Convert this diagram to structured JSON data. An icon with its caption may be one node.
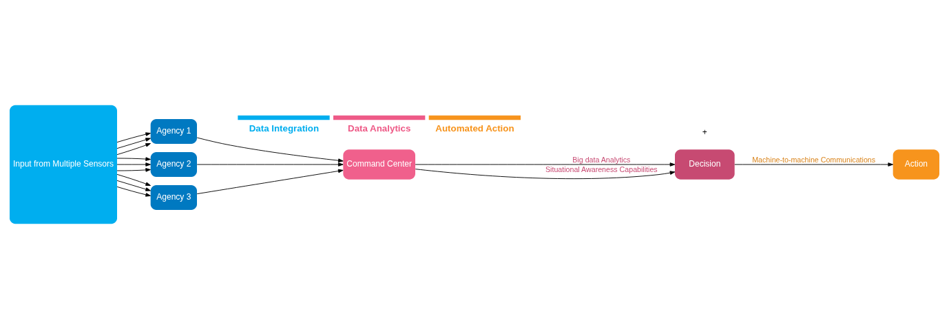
{
  "diagram": {
    "nodes": [
      {
        "text": [
          "Input from Multiple Sensors"
        ]
      },
      {
        "text": [
          "Agency 1"
        ]
      },
      {
        "text": [
          "Agency 2"
        ]
      },
      {
        "text": [
          "Agency 3"
        ]
      },
      {
        "text": [
          "Command Center"
        ]
      },
      {
        "text": [
          "Decision"
        ]
      },
      {
        "text": [
          "Action"
        ]
      }
    ],
    "edges": [
      {
        "from": 0,
        "to": 1,
        "arrow": "to"
      },
      {
        "from": 0,
        "to": 1,
        "arrow": "to"
      },
      {
        "from": 0,
        "to": 1,
        "arrow": "to"
      },
      {
        "from": 0,
        "to": 2,
        "arrow": "to"
      },
      {
        "from": 0,
        "to": 2,
        "arrow": "to"
      },
      {
        "from": 0,
        "to": 2,
        "arrow": "to"
      },
      {
        "from": 0,
        "to": 3,
        "arrow": "to"
      },
      {
        "from": 0,
        "to": 3,
        "arrow": "to"
      },
      {
        "from": 0,
        "to": 3,
        "arrow": "to"
      },
      {
        "from": 1,
        "to": 4,
        "arrow": "to"
      },
      {
        "from": 2,
        "to": 4,
        "arrow": "to"
      },
      {
        "from": 3,
        "to": 4,
        "arrow": "to"
      },
      {
        "from": 4,
        "to": 5,
        "arrow": "to",
        "label": "Big data Analytics"
      },
      {
        "from": 4,
        "to": 5,
        "arrow": "to",
        "label": "Situational Awareness Capabilities"
      },
      {
        "from": 5,
        "to": 6,
        "arrow": "to",
        "label": "Machine-to-machine Communications"
      }
    ],
    "labels": [
      "+"
    ],
    "legend": [
      {
        "text": "Data Integration",
        "color": "#00aeef"
      },
      {
        "text": "Data Analytics",
        "color": "#ee5a87"
      },
      {
        "text": "Automated Action",
        "color": "#f7941d"
      }
    ]
  }
}
